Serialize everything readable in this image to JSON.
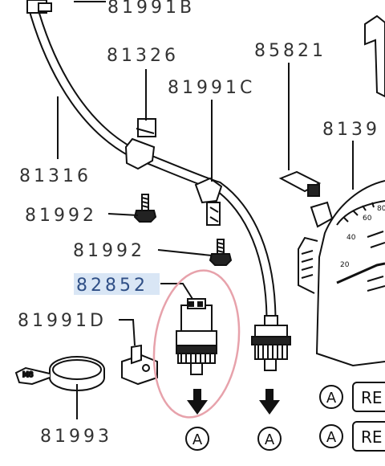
{
  "labels": {
    "p81991b": "81991B",
    "p81326": "81326",
    "p85821": "85821",
    "p81991c": "81991C",
    "p8139": "8139",
    "p81316": "81316",
    "p81992_a": "81992",
    "p81992_b": "81992",
    "p82852": "82852",
    "p81991d": "81991D",
    "p81993": "81993"
  },
  "refs": {
    "a1": "A",
    "a2": "A",
    "a3": "A",
    "a4": "A"
  },
  "boxes": {
    "re1": "RE",
    "re2": "RE"
  },
  "gauge": {
    "t20": "20",
    "t40": "40",
    "t60": "60",
    "t80": "80"
  },
  "colors": {
    "highlight_circle": "#e7a2ab",
    "highlight_label_bg": "#d9e6f5"
  }
}
